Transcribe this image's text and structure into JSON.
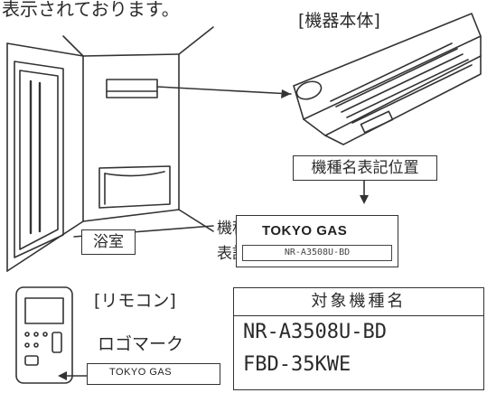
{
  "top_partial": "表示されております。",
  "labels": {
    "unit_title": "[機器本体]",
    "model_position": "機種名表記位置",
    "bathroom": "浴室",
    "example_line1": "機種名",
    "example_line2": "表記例",
    "remote_title": "[リモコン]",
    "logo_mark": "ロゴマーク"
  },
  "logo": {
    "brand": "TOKYO GAS",
    "model": "NR-A3508U-BD"
  },
  "small_logo": {
    "brand": "TOKYO GAS"
  },
  "models_table": {
    "header": "対象機種名",
    "rows": [
      "NR-A3508U-BD",
      "FBD-35KWE"
    ]
  }
}
